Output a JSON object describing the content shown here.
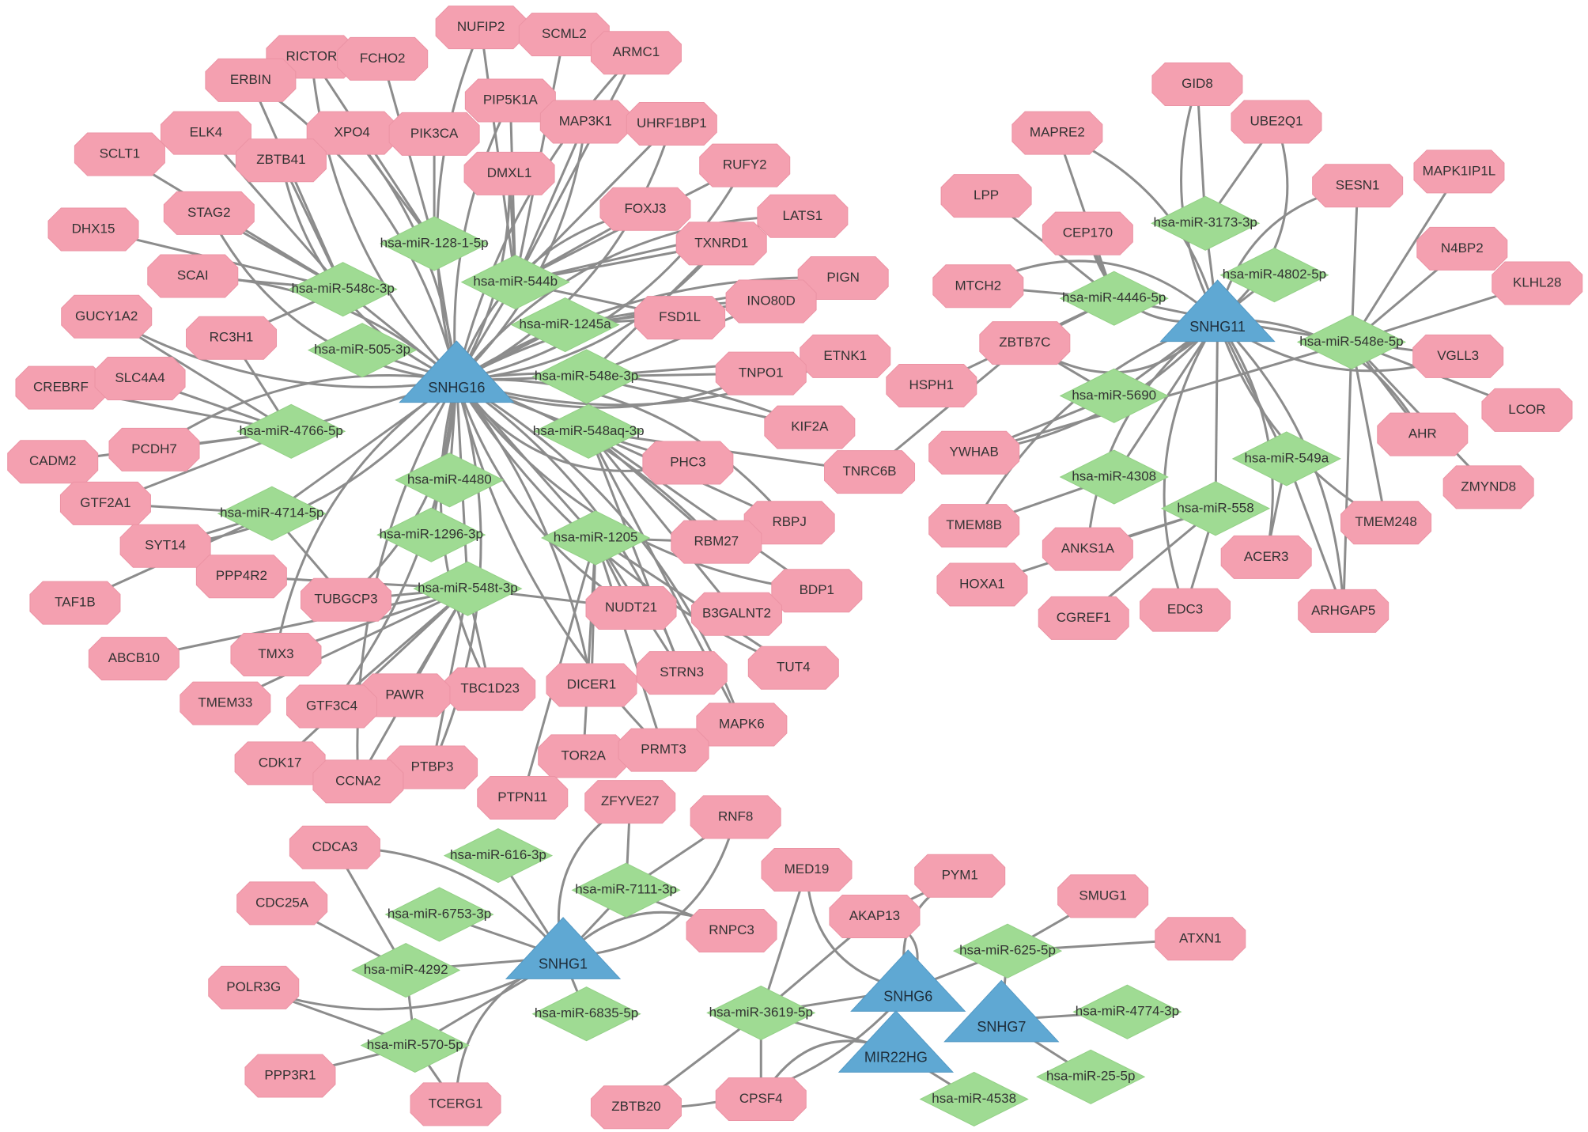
{
  "colors": {
    "target_gene": "#f4a0b0",
    "mirna": "#9fdb93",
    "lncrna": "#5fa8d3",
    "edge": "#8c8c8c"
  },
  "node_types": {
    "target_gene": "octagon",
    "mirna": "diamond",
    "lncrna": "triangle"
  },
  "lncrnas": [
    "SNHG16",
    "SNHG11",
    "SNHG1",
    "SNHG6",
    "SNHG7",
    "MIR22HG"
  ],
  "mirnas": [
    "hsa-miR-128-1-5p",
    "hsa-miR-548c-3p",
    "hsa-miR-544b",
    "hsa-miR-1245a",
    "hsa-miR-505-3p",
    "hsa-miR-548e-3p",
    "hsa-miR-4766-5p",
    "hsa-miR-548aq-3p",
    "hsa-miR-4480",
    "hsa-miR-4714-5p",
    "hsa-miR-1296-3p",
    "hsa-miR-1205",
    "hsa-miR-548t-3p",
    "hsa-miR-3173-3p",
    "hsa-miR-4446-5p",
    "hsa-miR-4802-5p",
    "hsa-miR-548e-5p",
    "hsa-miR-5690",
    "hsa-miR-4308",
    "hsa-miR-549a",
    "hsa-miR-558",
    "hsa-miR-616-3p",
    "hsa-miR-7111-3p",
    "hsa-miR-6753-3p",
    "hsa-miR-4292",
    "hsa-miR-6835-5p",
    "hsa-miR-570-5p",
    "hsa-miR-3619-5p",
    "hsa-miR-625-5p",
    "hsa-miR-4774-3p",
    "hsa-miR-25-5p",
    "hsa-miR-4538"
  ],
  "genes": [
    "NUFIP2",
    "SCML2",
    "ARMC1",
    "RICTOR",
    "FCHO2",
    "ERBIN",
    "PIP5K1A",
    "MAP3K1",
    "UHRF1BP1",
    "XPO4",
    "PIK3CA",
    "ELK4",
    "ZBTB41",
    "SCLT1",
    "DMXL1",
    "RUFY2",
    "FOXJ3",
    "LATS1",
    "TXNRD1",
    "STAG2",
    "DHX15",
    "SCAI",
    "PIGN",
    "INO80D",
    "FSD1L",
    "GUCY1A2",
    "RC3H1",
    "ETNK1",
    "TNPO1",
    "CREBRF",
    "SLC4A4",
    "KIF2A",
    "CADM2",
    "PCDH7",
    "PHC3",
    "TNRC6B",
    "GTF2A1",
    "SYT14",
    "RBPJ",
    "RBM27",
    "BDP1",
    "PPP4R2",
    "TUBGCP3",
    "TAF1B",
    "NUDT21",
    "B3GALNT2",
    "ABCB10",
    "TMX3",
    "TUT4",
    "TMEM33",
    "TBC1D23",
    "PAWR",
    "GTF3C4",
    "DICER1",
    "STRN3",
    "MAPK6",
    "CDK17",
    "PTBP3",
    "CCNA2",
    "TOR2A",
    "PRMT3",
    "PTPN11",
    "GID8",
    "MAPRE2",
    "UBE2Q1",
    "SESN1",
    "MAPK1IP1L",
    "LPP",
    "CEP170",
    "N4BP2",
    "MTCH2",
    "KLHL28",
    "ZBTB7C",
    "HSPH1",
    "VGLL3",
    "LCOR",
    "YWHAB",
    "AHR",
    "ZMYND8",
    "TMEM8B",
    "TMEM248",
    "ANKS1A",
    "ACER3",
    "HOXA1",
    "CGREF1",
    "EDC3",
    "ARHGAP5",
    "ZFYVE27",
    "RNF8",
    "CDCA3",
    "MED19",
    "PYM1",
    "CDC25A",
    "SMUG1",
    "AKAP13",
    "RNPC3",
    "ATXN1",
    "POLR3G",
    "PPP3R1",
    "TCERG1",
    "ZBTB20",
    "CPSF4"
  ]
}
